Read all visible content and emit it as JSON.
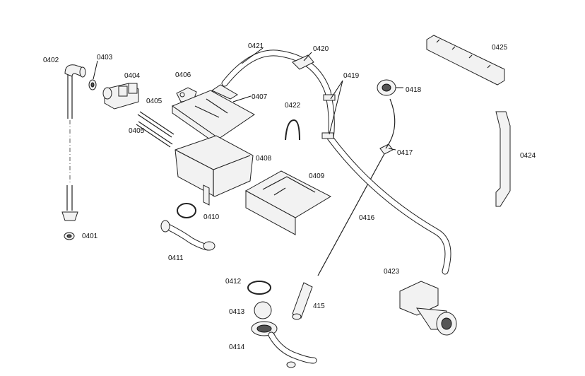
{
  "labels": {
    "p0401": "0401",
    "p0402": "0402",
    "p0403": "0403",
    "p0404": "0404",
    "p0405a": "0405",
    "p0405b": "0405",
    "p0406": "0406",
    "p0407": "0407",
    "p0408": "0408",
    "p0409": "0409",
    "p0410": "0410",
    "p0411": "0411",
    "p0412": "0412",
    "p0413": "0413",
    "p0414": "0414",
    "p415": "415",
    "p0416": "0416",
    "p0417": "0417",
    "p0418": "0418",
    "p0419": "0419",
    "p0420": "0420",
    "p0421": "0421",
    "p0422": "0422",
    "p0423": "0423",
    "p0424": "0424",
    "p0425": "0425"
  }
}
